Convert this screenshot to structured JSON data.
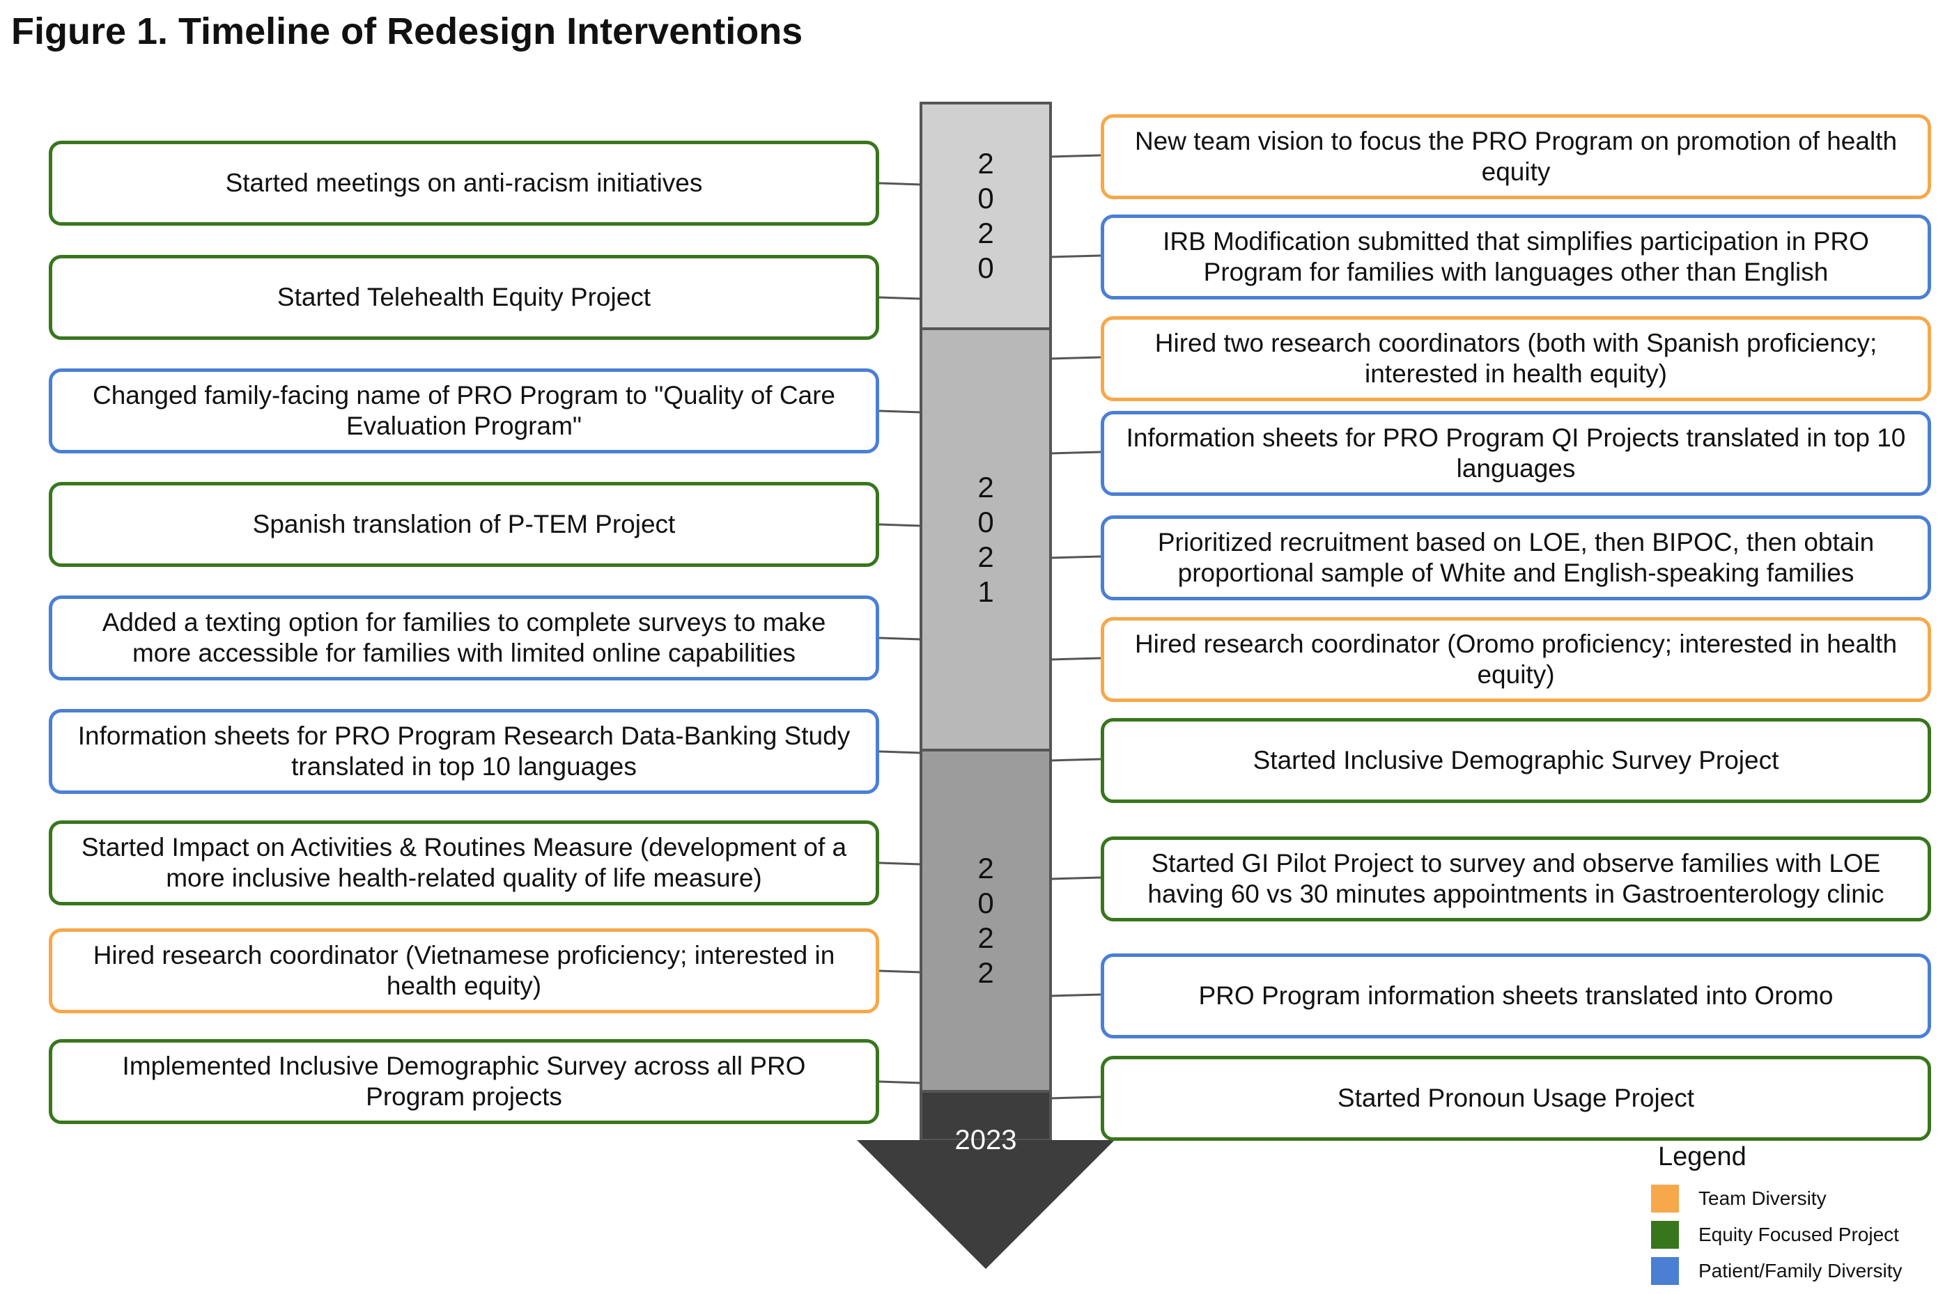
{
  "title": "Figure 1. Timeline of Redesign Interventions",
  "colors": {
    "team": "#f6a84b",
    "equity": "#38761d",
    "patient": "#4a7fd4",
    "year_2020": "#d0d0d0",
    "year_2021": "#b8b8b8",
    "year_2022": "#9c9c9c",
    "year_2023": "#3d3d3d"
  },
  "years": [
    {
      "label": "2\n0\n2\n0",
      "color": "#d0d0d0"
    },
    {
      "label": "2\n0\n2\n1",
      "color": "#b8b8b8"
    },
    {
      "label": "2\n0\n2\n2",
      "color": "#9c9c9c"
    },
    {
      "label": "2023",
      "color": "#3d3d3d"
    }
  ],
  "left_events": [
    {
      "text": "Started meetings on anti-racism initiatives",
      "category": "equity"
    },
    {
      "text": "Started Telehealth Equity Project",
      "category": "equity"
    },
    {
      "text": "Changed family-facing name of PRO Program to \"Quality of Care Evaluation Program\"",
      "category": "patient"
    },
    {
      "text": "Spanish translation of P-TEM Project",
      "category": "equity"
    },
    {
      "text": "Added a texting option for families to complete surveys to make more accessible for families with limited online capabilities",
      "category": "patient"
    },
    {
      "text": "Information sheets for PRO Program Research Data-Banking Study translated in top 10 languages",
      "category": "patient"
    },
    {
      "text": "Started Impact on Activities & Routines Measure (development of a more inclusive health-related quality of life measure)",
      "category": "equity"
    },
    {
      "text": "Hired research coordinator (Vietnamese proficiency; interested in health equity)",
      "category": "team"
    },
    {
      "text": "Implemented Inclusive Demographic Survey across all PRO Program projects",
      "category": "equity"
    }
  ],
  "right_events": [
    {
      "text": "New team vision to focus the PRO Program on promotion of health equity",
      "category": "team"
    },
    {
      "text": "IRB Modification submitted that simplifies participation in PRO Program for families with languages other than English",
      "category": "patient"
    },
    {
      "text": "Hired two research coordinators (both with Spanish proficiency; interested in health equity)",
      "category": "team"
    },
    {
      "text": "Information sheets for PRO Program QI Projects translated in top 10 languages",
      "category": "patient"
    },
    {
      "text": "Prioritized recruitment based on LOE, then BIPOC, then obtain proportional sample of White and English-speaking families",
      "category": "patient"
    },
    {
      "text": "Hired research coordinator (Oromo proficiency; interested in health equity)",
      "category": "team"
    },
    {
      "text": "Started Inclusive Demographic Survey Project",
      "category": "equity"
    },
    {
      "text": "Started GI Pilot Project to survey and observe families with LOE having 60 vs 30 minutes appointments in Gastroenterology clinic",
      "category": "equity"
    },
    {
      "text": "PRO Program information sheets translated into Oromo",
      "category": "patient"
    },
    {
      "text": "Started Pronoun Usage Project",
      "category": "equity"
    }
  ],
  "legend": {
    "title": "Legend",
    "items": [
      {
        "label": "Team Diversity",
        "category": "team"
      },
      {
        "label": "Equity Focused Project",
        "category": "equity"
      },
      {
        "label": "Patient/Family Diversity",
        "category": "patient"
      }
    ]
  }
}
